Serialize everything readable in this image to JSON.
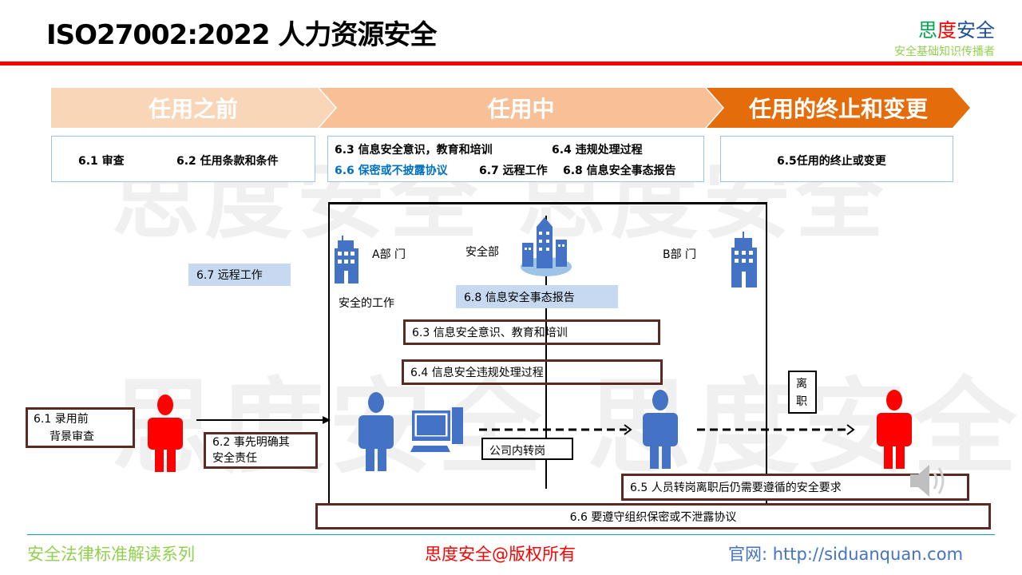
{
  "title": "ISO27002:2022 人力资源安全",
  "logo": {
    "c1": "思",
    "c2": "度",
    "c3": "安全",
    "tagline": "安全基础知识传播者"
  },
  "watermark": "思度安全 思度安全",
  "phases": [
    {
      "label": "任用之前",
      "color": "#f9d6b8"
    },
    {
      "label": "任用中",
      "color": "#f8c096"
    },
    {
      "label": "任用的终止和变更",
      "color": "#e46c0a"
    }
  ],
  "boxes": {
    "before": [
      "6.1 审查",
      "6.2 任用条款和条件"
    ],
    "during": [
      "6.3 信息安全意识，教育和培训",
      "6.4 违规处理过程",
      "6.6 保密或不披露协议",
      "6.7 远程工作",
      "6.8 信息安全事态报告"
    ],
    "after": "6.5任用的终止或变更"
  },
  "diagram": {
    "dept_a": "A部 门",
    "sec_dept": "安全部",
    "dept_b": "B部 门",
    "secure_work": "安全的工作",
    "remote": "6.7 远程工作",
    "report": "6.8 信息安全事态报告",
    "training": "6.3 信息安全意识、教育和培训",
    "discipline": "6.4 信息安全违规处理过程",
    "screening_1": "6.1 录用前",
    "screening_2": "背景审查",
    "terms_1": "6.2 事先明确其",
    "terms_2": "安全责任",
    "transfer": "公司内转岗",
    "leave_1": "离",
    "leave_2": "职",
    "after_req": "6.5 人员转岗离职后仍需要遵循的安全要求",
    "nda": "6.6 要遵守组织保密或不泄露协议"
  },
  "footer": {
    "series": "安全法律标准解读系列",
    "copyright": "思度安全@版权所有",
    "site": "官网: http://siduanquan.com"
  }
}
